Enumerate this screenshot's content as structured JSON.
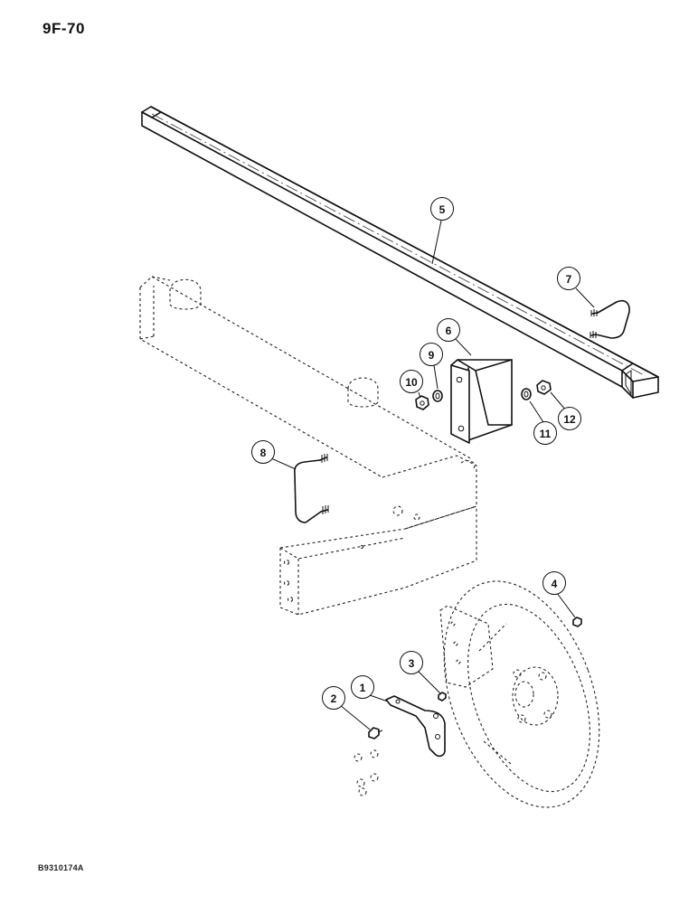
{
  "page": {
    "code": "9F-70",
    "figure_code": "B9310174A"
  },
  "callouts": {
    "c1": "1",
    "c2": "2",
    "c3": "3",
    "c4": "4",
    "c5": "5",
    "c6": "6",
    "c7": "7",
    "c8": "8",
    "c9": "9",
    "c10": "10",
    "c11": "11",
    "c12": "12"
  }
}
